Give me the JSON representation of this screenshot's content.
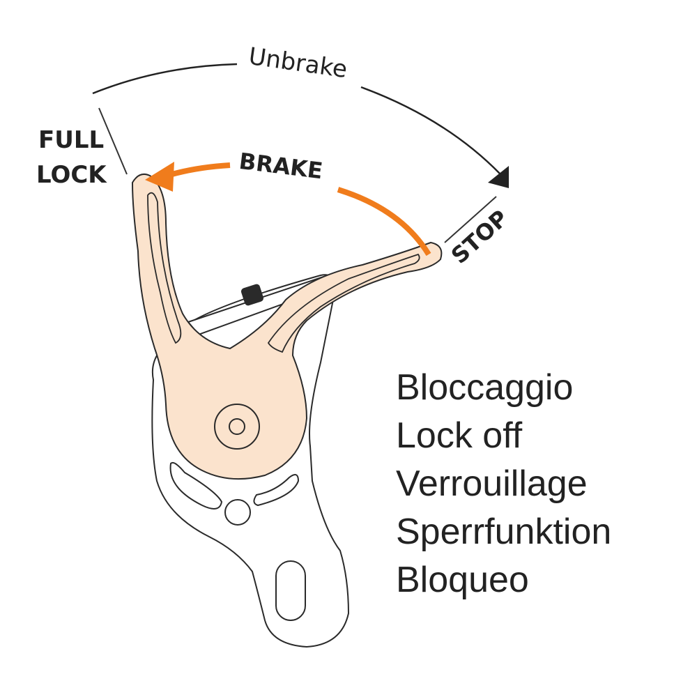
{
  "labels": {
    "unbrake": "Unbrake",
    "brake": "BRAKE",
    "full_lock_line1": "FULL",
    "full_lock_line2": "LOCK",
    "stop": "STOP"
  },
  "legend": {
    "items": [
      "Bloccaggio",
      "Lock off",
      "Verrouillage",
      "Sperrfunktion",
      "Bloqueo"
    ]
  },
  "colors": {
    "handle_fill": "#fbe3cd",
    "arrow_orange": "#f07c1c",
    "outline": "#2a2a2a",
    "text": "#222222"
  }
}
